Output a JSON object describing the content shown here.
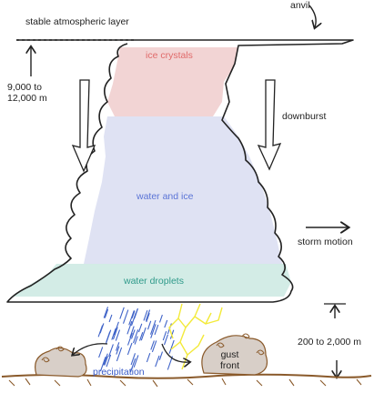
{
  "labels": {
    "anvil": "anvil",
    "stable_layer": "stable atmospheric layer",
    "height_top": "9,000 to\n12,000 m",
    "ice_crystals": "ice crystals",
    "downburst": "downburst",
    "water_and_ice": "water and ice",
    "storm_motion": "storm motion",
    "water_droplets": "water droplets",
    "height_base": "200 to 2,000 m",
    "precipitation": "precipitation",
    "gust_front": "gust\nfront"
  },
  "colors": {
    "ice_zone": "#f2d4d4",
    "mixed_zone": "#dfe2f3",
    "droplet_zone": "#d3ece6",
    "ice_text": "#e06a6a",
    "mixed_text": "#5b74d6",
    "droplet_text": "#2f9a8a",
    "precip_text": "#3a5bc8",
    "rain": "#3f63c8",
    "lightning": "#f3ea3a",
    "ground": "#8a5a2b",
    "ink": "#222222"
  }
}
